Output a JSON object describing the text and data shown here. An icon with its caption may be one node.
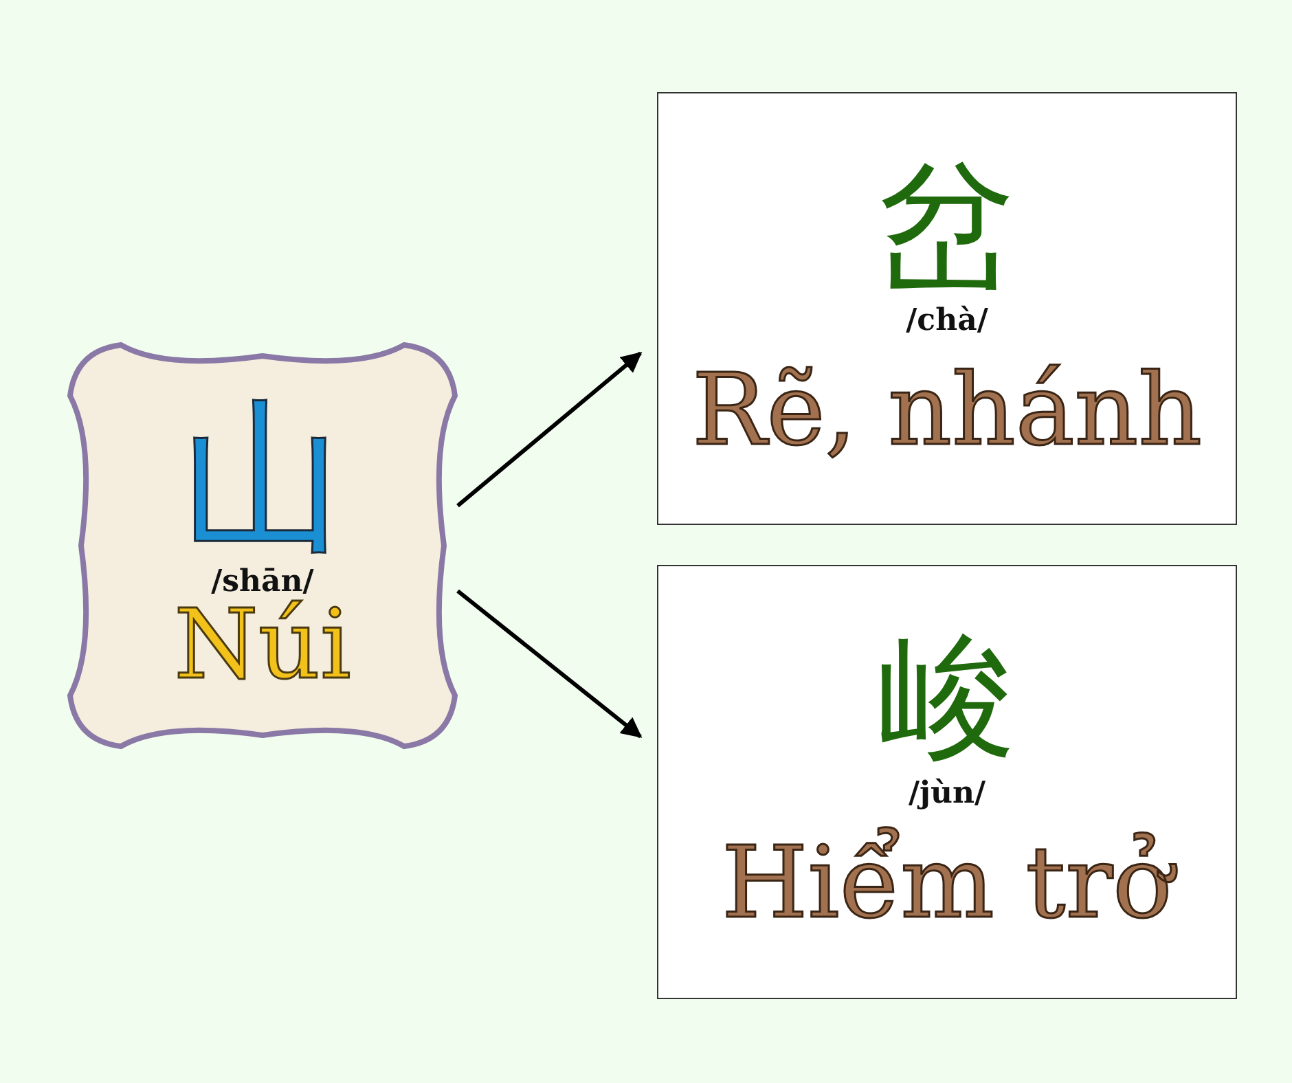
{
  "diagram": {
    "nodes": [
      {
        "text": [
          "山",
          "/shān/",
          "Núi"
        ]
      },
      {
        "text": [
          "岔",
          "/chà/",
          "Rẽ, nhánh"
        ]
      },
      {
        "text": [
          "峻",
          "/jùn/",
          "Hiểm trở"
        ]
      }
    ],
    "edges": [
      {
        "from": 0,
        "to": 1,
        "arrow": "to"
      },
      {
        "from": 0,
        "to": 2,
        "arrow": "to"
      }
    ]
  }
}
